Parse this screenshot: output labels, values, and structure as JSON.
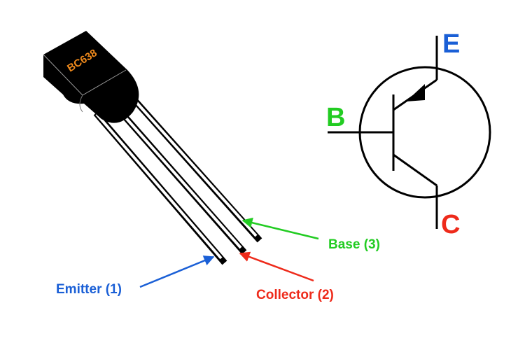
{
  "diagram": {
    "component_marking": "BC638",
    "symbol_labels": {
      "emitter": "E",
      "base": "B",
      "collector": "C"
    },
    "pin_labels": {
      "emitter": "Emitter (1)",
      "collector": "Collector (2)",
      "base": "Base (3)"
    },
    "colors": {
      "emitter": "#1a5fd6",
      "base": "#22cc22",
      "collector": "#ee2a1a",
      "marking": "#f08a1c",
      "body": "#000000",
      "lead": "#ffffff"
    }
  }
}
